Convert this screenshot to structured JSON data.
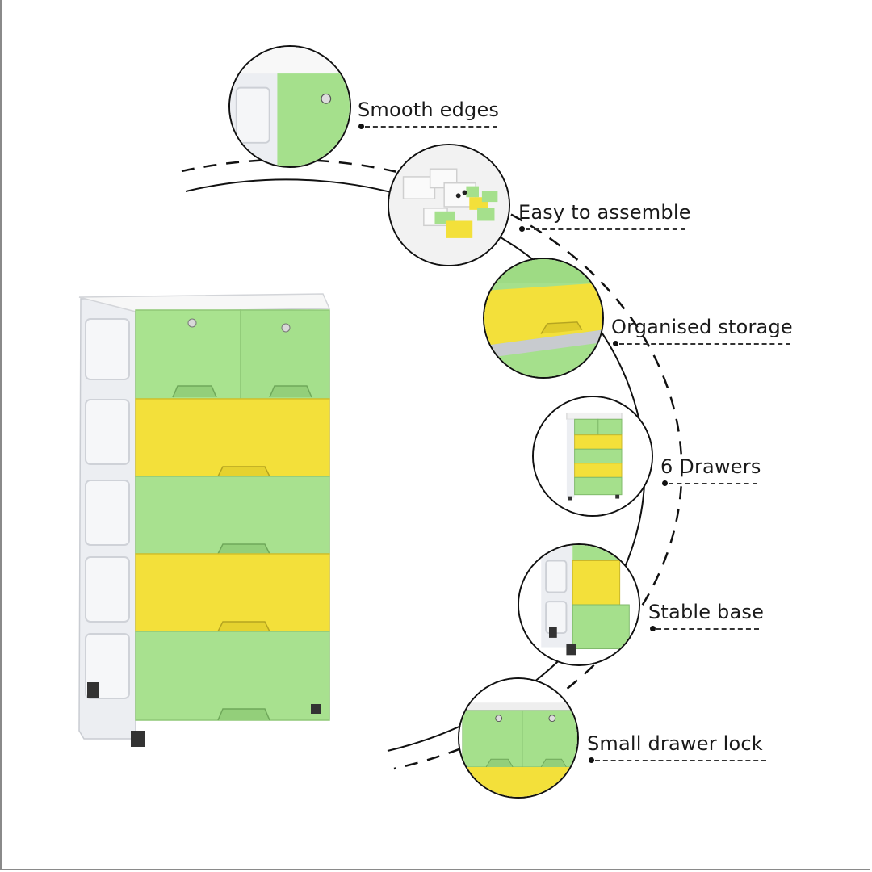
{
  "features": [
    {
      "id": "smooth-edges",
      "label": "Smooth edges",
      "icon": "cabinet-corner-closeup"
    },
    {
      "id": "easy-assemble",
      "label": "Easy to assemble",
      "icon": "disassembled-parts"
    },
    {
      "id": "organised-storage",
      "label": "Organised storage",
      "icon": "open-drawer-closeup"
    },
    {
      "id": "six-drawers",
      "label": "6 Drawers",
      "icon": "cabinet-thumbnail"
    },
    {
      "id": "stable-base",
      "label": "Stable base",
      "icon": "cabinet-base-closeup"
    },
    {
      "id": "drawer-lock",
      "label": "Small drawer lock",
      "icon": "lock-drawer-closeup"
    }
  ],
  "colors": {
    "green": "#a5e38c",
    "yellow": "#f5e13c",
    "body": "#eef0f4",
    "outline": "#111111"
  }
}
